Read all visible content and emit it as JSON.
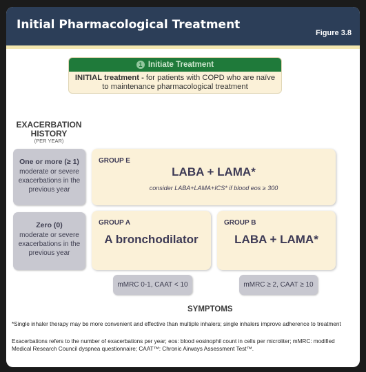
{
  "header": {
    "title": "Initial Pharmacological Treatment",
    "figure": "Figure 3.8"
  },
  "initiate": {
    "number": "1",
    "heading": "Initiate Treatment",
    "bold_text": "INITIAL treatment -",
    "body_text": " for patients with COPD who are naïve to maintenance pharmacological treatment"
  },
  "history": {
    "title": "EXACERBATION HISTORY",
    "subtitle": "(PER YEAR)",
    "rows": [
      {
        "label": "One or more (≥ 1)",
        "desc": "moderate or severe exacerbations in the previous year"
      },
      {
        "label": "Zero (0)",
        "desc": "moderate or severe exacerbations in the previous year"
      }
    ]
  },
  "groups": {
    "e": {
      "label": "GROUP E",
      "treatment": "LABA + LAMA*",
      "note": "consider LABA+LAMA+ICS* if blood eos ≥ 300"
    },
    "a": {
      "label": "GROUP A",
      "treatment": "A bronchodilator"
    },
    "b": {
      "label": "GROUP B",
      "treatment": "LABA + LAMA*"
    }
  },
  "symptoms": {
    "title": "SYMPTOMS",
    "low": "mMRC 0-1, CAAT < 10",
    "high": "mMRC ≥ 2, CAAT ≥ 10"
  },
  "footnotes": {
    "note1": "*Single inhaler therapy may be more convenient and effective than multiple inhalers; single inhalers improve adherence to treatment",
    "note2": "Exacerbations refers to the number of exacerbations per year; eos: blood eosinophil count in cells per microliter; mMRC: modified Medical Research Council dyspnea questionnaire; CAAT™: Chronic Airways Assessment Test™."
  },
  "colors": {
    "header_bg": "#2c3e58",
    "initiate_green": "#1f7a3a",
    "group_fill": "#fbf1d8",
    "side_fill": "#c8c8d0"
  }
}
